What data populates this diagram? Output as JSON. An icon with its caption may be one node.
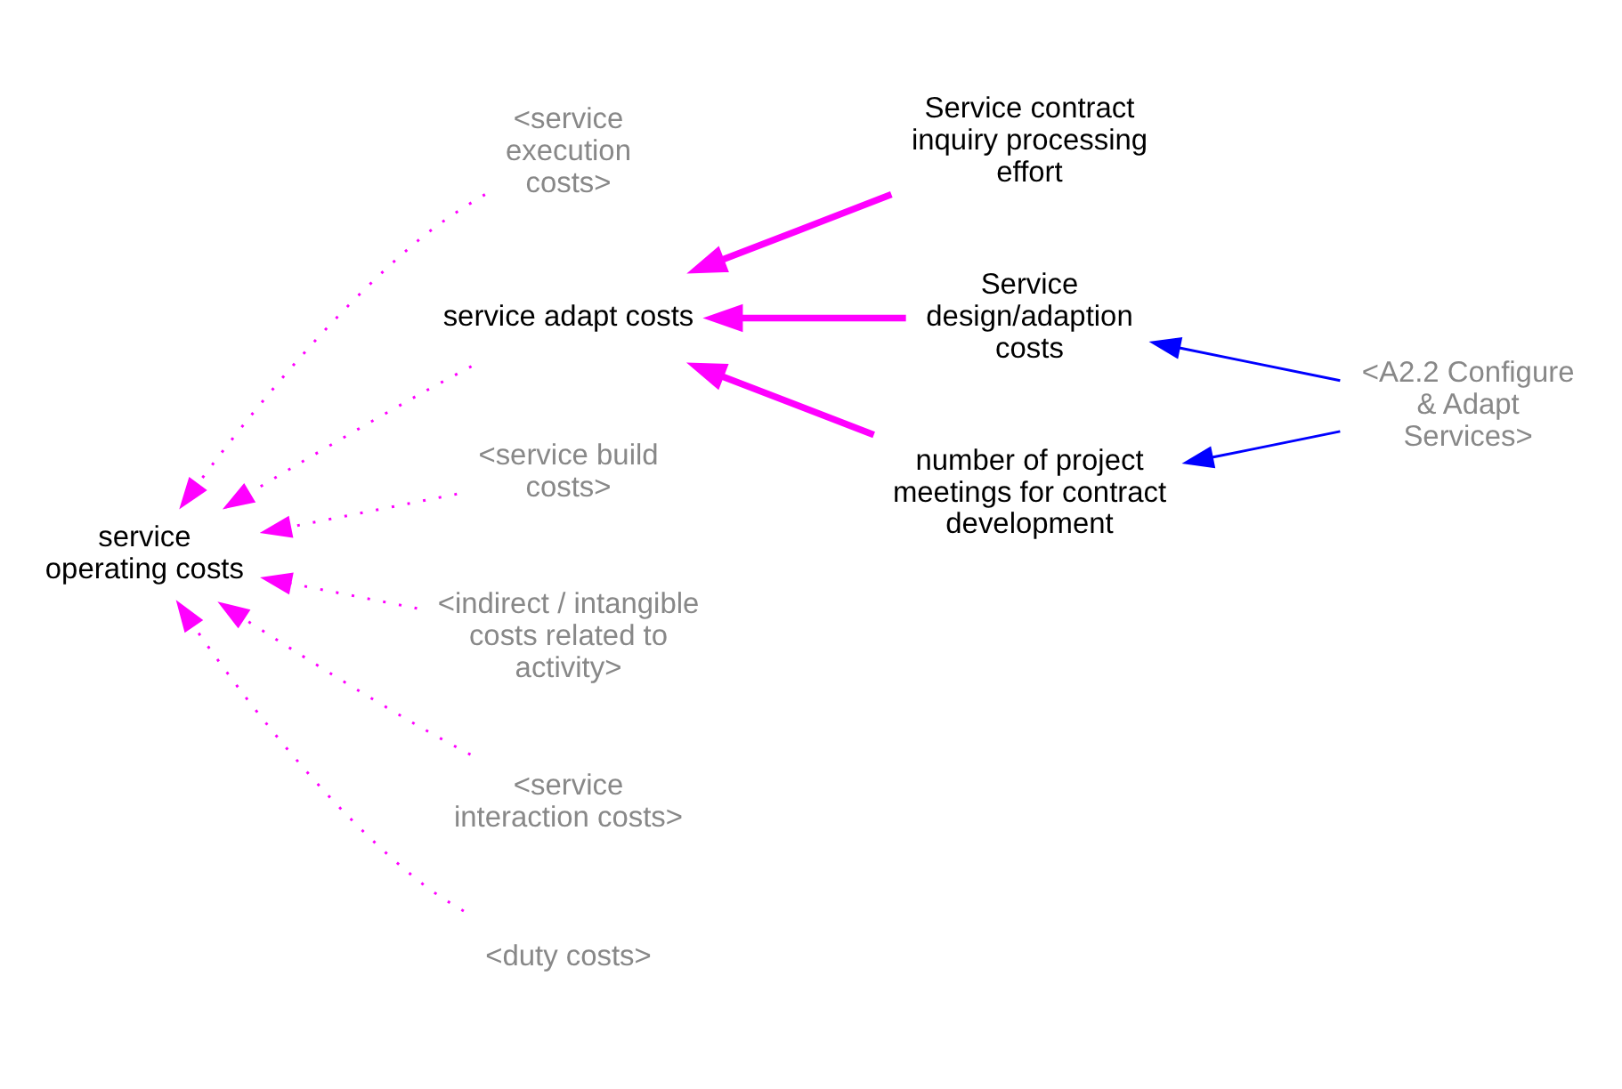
{
  "diagram": {
    "nodes": [
      {
        "text": [
          "service operating costs"
        ]
      },
      {
        "text": [
          "<service execution costs>"
        ]
      },
      {
        "text": [
          "service adapt costs"
        ]
      },
      {
        "text": [
          "Service contract inquiry processing effort"
        ]
      },
      {
        "text": [
          "<service build costs>"
        ]
      },
      {
        "text": [
          "Service design/adaption costs"
        ]
      },
      {
        "text": [
          "<A2.2 Configure & Adapt Services>"
        ]
      },
      {
        "text": [
          "<indirect / intangible costs related to activity>"
        ]
      },
      {
        "text": [
          "number of project meetings for contract development"
        ]
      },
      {
        "text": [
          "<service interaction costs>"
        ]
      },
      {
        "text": [
          "<duty costs>"
        ]
      }
    ],
    "edges": [
      {
        "from": 1,
        "to": 0,
        "arrow": "to",
        "style": "dashed"
      },
      {
        "from": 2,
        "to": 0,
        "arrow": "to",
        "style": "dashed"
      },
      {
        "from": 3,
        "to": 2,
        "arrow": "to",
        "style": "thick"
      },
      {
        "from": 5,
        "to": 2,
        "arrow": "to",
        "style": "thick"
      },
      {
        "from": 8,
        "to": 2,
        "arrow": "to",
        "style": "thick"
      },
      {
        "from": 4,
        "to": 0,
        "arrow": "to",
        "style": "dashed"
      },
      {
        "from": 7,
        "to": 0,
        "arrow": "to",
        "style": "dashed"
      },
      {
        "from": 9,
        "to": 0,
        "arrow": "to",
        "style": "dashed"
      },
      {
        "from": 10,
        "to": 0,
        "arrow": "to",
        "style": "dashed"
      },
      {
        "from": 6,
        "to": 5,
        "arrow": "to",
        "color": "#0000ff"
      },
      {
        "from": 6,
        "to": 8,
        "arrow": "to",
        "color": "#0000ff"
      }
    ]
  }
}
